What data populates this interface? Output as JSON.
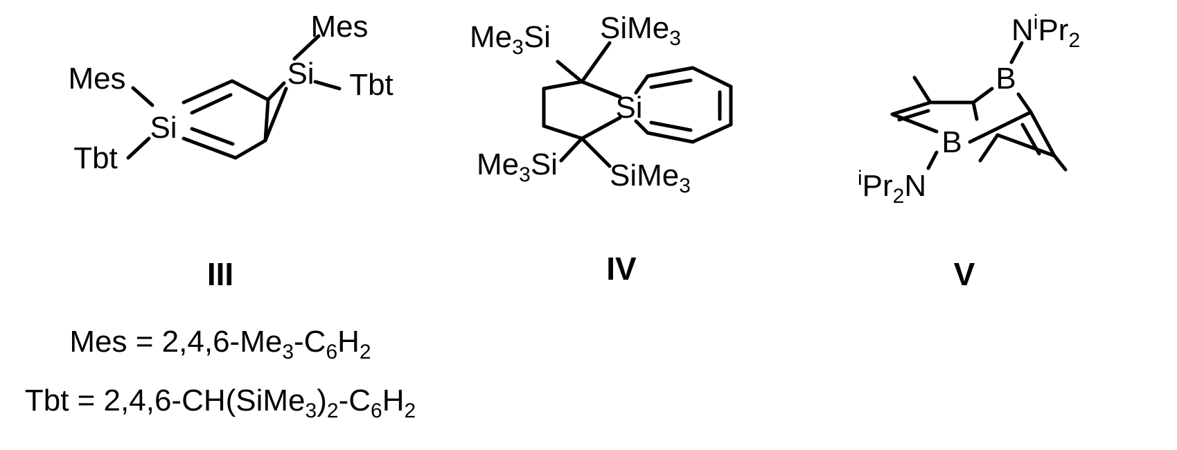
{
  "compounds": {
    "III": {
      "label": "III",
      "atoms": {
        "si_ring": "Si",
        "si_bridge": "Si",
        "mes_left": "Mes",
        "tbt_left": "Tbt",
        "mes_top": "Mes",
        "tbt_right": "Tbt"
      }
    },
    "IV": {
      "label": "IV",
      "atoms": {
        "si_spiro": "Si"
      },
      "groups": {
        "tl": {
          "a": "Me",
          "s": "3",
          "b": "Si"
        },
        "tr": {
          "a": "SiMe",
          "s": "3"
        },
        "bl": {
          "a": "Me",
          "s": "3",
          "b": "Si"
        },
        "br": {
          "a": "SiMe",
          "s": "3"
        }
      }
    },
    "V": {
      "label": "V",
      "atoms": {
        "b_top": "B",
        "b_mid": "B"
      },
      "groups": {
        "top": {
          "n": "N",
          "sup": "i",
          "pr": "Pr",
          "s": "2"
        },
        "bottom": {
          "sup": "i",
          "pr": "Pr",
          "s": "2",
          "n": "N"
        }
      }
    }
  },
  "definitions": {
    "mes": {
      "a": "Mes = 2,4,6-Me",
      "s1": "3",
      "b": "-C",
      "s2": "6",
      "c": "H",
      "s3": "2"
    },
    "tbt": {
      "a": "Tbt = 2,4,6-CH(SiMe",
      "s1": "3",
      "b": ")",
      "s2": "2",
      "c": "-C",
      "s3": "6",
      "d": "H",
      "s4": "2"
    }
  }
}
